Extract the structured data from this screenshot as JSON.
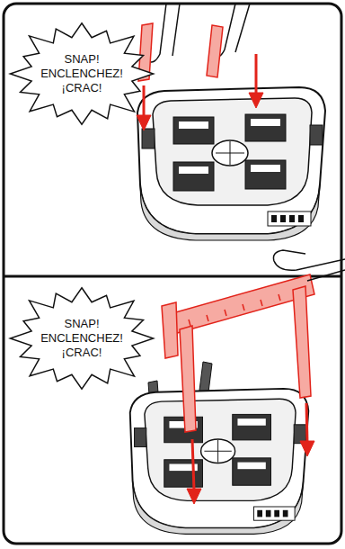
{
  "diagram": {
    "nodes": [
      {
        "text": [
          "SNAP!",
          "ENCLENCHEZ!",
          "¡CRAC!"
        ]
      },
      {
        "text": [
          "SNAP!",
          "ENCLENCHEZ!",
          "¡CRAC!"
        ]
      }
    ]
  }
}
